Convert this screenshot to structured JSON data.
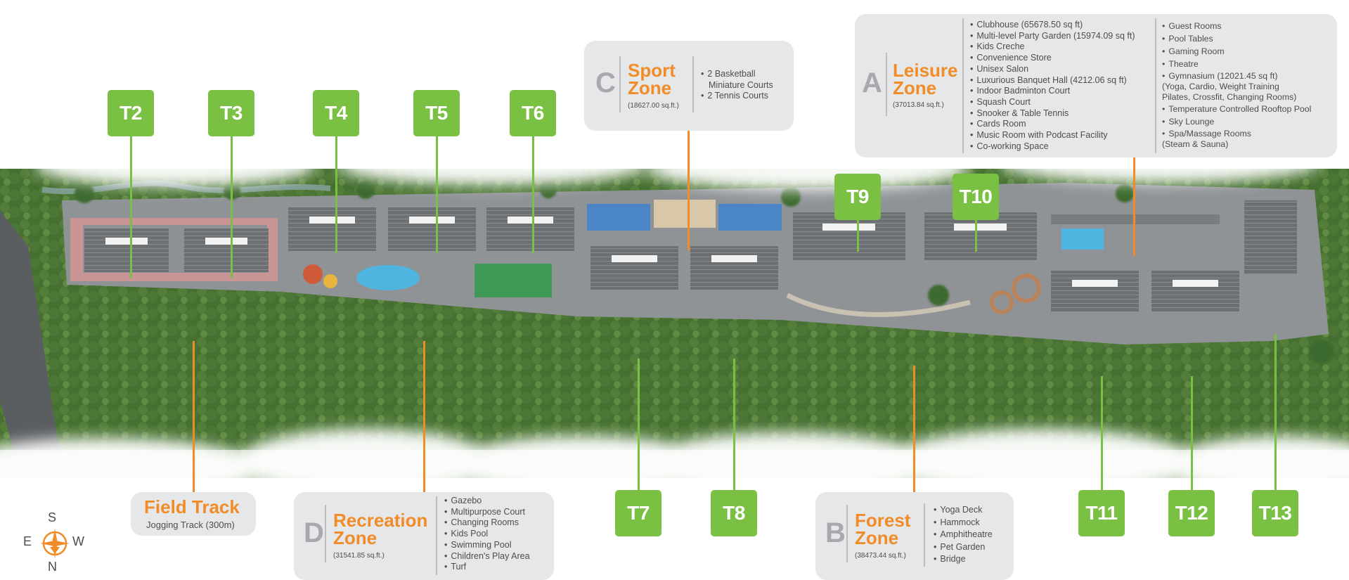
{
  "towers": {
    "t2": "T2",
    "t3": "T3",
    "t4": "T4",
    "t5": "T5",
    "t6": "T6",
    "t7": "T7",
    "t8": "T8",
    "t9": "T9",
    "t10": "T10",
    "t11": "T11",
    "t12": "T12",
    "t13": "T13"
  },
  "zones": {
    "sport": {
      "letter": "C",
      "title_line1": "Sport",
      "title_line2": "Zone",
      "area": "(18627.00 sq.ft.)",
      "features": [
        "2 Basketball",
        "Miniature Courts",
        "2 Tennis Courts"
      ]
    },
    "leisure": {
      "letter": "A",
      "title_line1": "Leisure",
      "title_line2": "Zone",
      "area": "(37013.84 sq.ft.)",
      "features_col1": [
        "Clubhouse (65678.50 sq ft)",
        "Multi-level Party Garden  (15974.09 sq ft)",
        "Kids Creche",
        "Convenience Store",
        "Unisex Salon",
        "Luxurious Banquet Hall  (4212.06 sq ft)",
        "Indoor Badminton Court",
        "Squash Court",
        "Snooker & Table Tennis",
        "Cards Room",
        "Music Room with Podcast Facility",
        "Co-working Space"
      ],
      "features_col2": [
        "Guest Rooms",
        "Pool Tables",
        "Gaming Room",
        "Theatre",
        "Gymnasium (12021.45 sq ft)",
        "(Yoga, Cardio, Weight Training",
        "Pilates, Crossfit, Changing Rooms)",
        "Temperature Controlled Rooftop Pool",
        "Sky Lounge",
        "Spa/Massage Rooms",
        "(Steam & Sauna)"
      ]
    },
    "field_track": {
      "title": "Field Track",
      "subtitle": "Jogging Track (300m)"
    },
    "recreation": {
      "letter": "D",
      "title_line1": "Recreation",
      "title_line2": "Zone",
      "area": "(31541.85 sq.ft.)",
      "features": [
        "Gazebo",
        "Multipurpose Court",
        "Changing Rooms",
        "Kids Pool",
        "Swimming Pool",
        "Children's Play Area",
        "Turf"
      ]
    },
    "forest": {
      "letter": "B",
      "title_line1": "Forest",
      "title_line2": "Zone",
      "area": "(38473.44 sq.ft.)",
      "features": [
        "Yoga Deck",
        "Hammock",
        "Amphitheatre",
        "Pet Garden",
        "Bridge"
      ]
    }
  },
  "compass": {
    "s": "S",
    "e": "E",
    "w": "W",
    "n": "N"
  },
  "colors": {
    "tower_green": "#7ac143",
    "zone_orange": "#f28c28",
    "card_grey": "#e6e7e8"
  }
}
